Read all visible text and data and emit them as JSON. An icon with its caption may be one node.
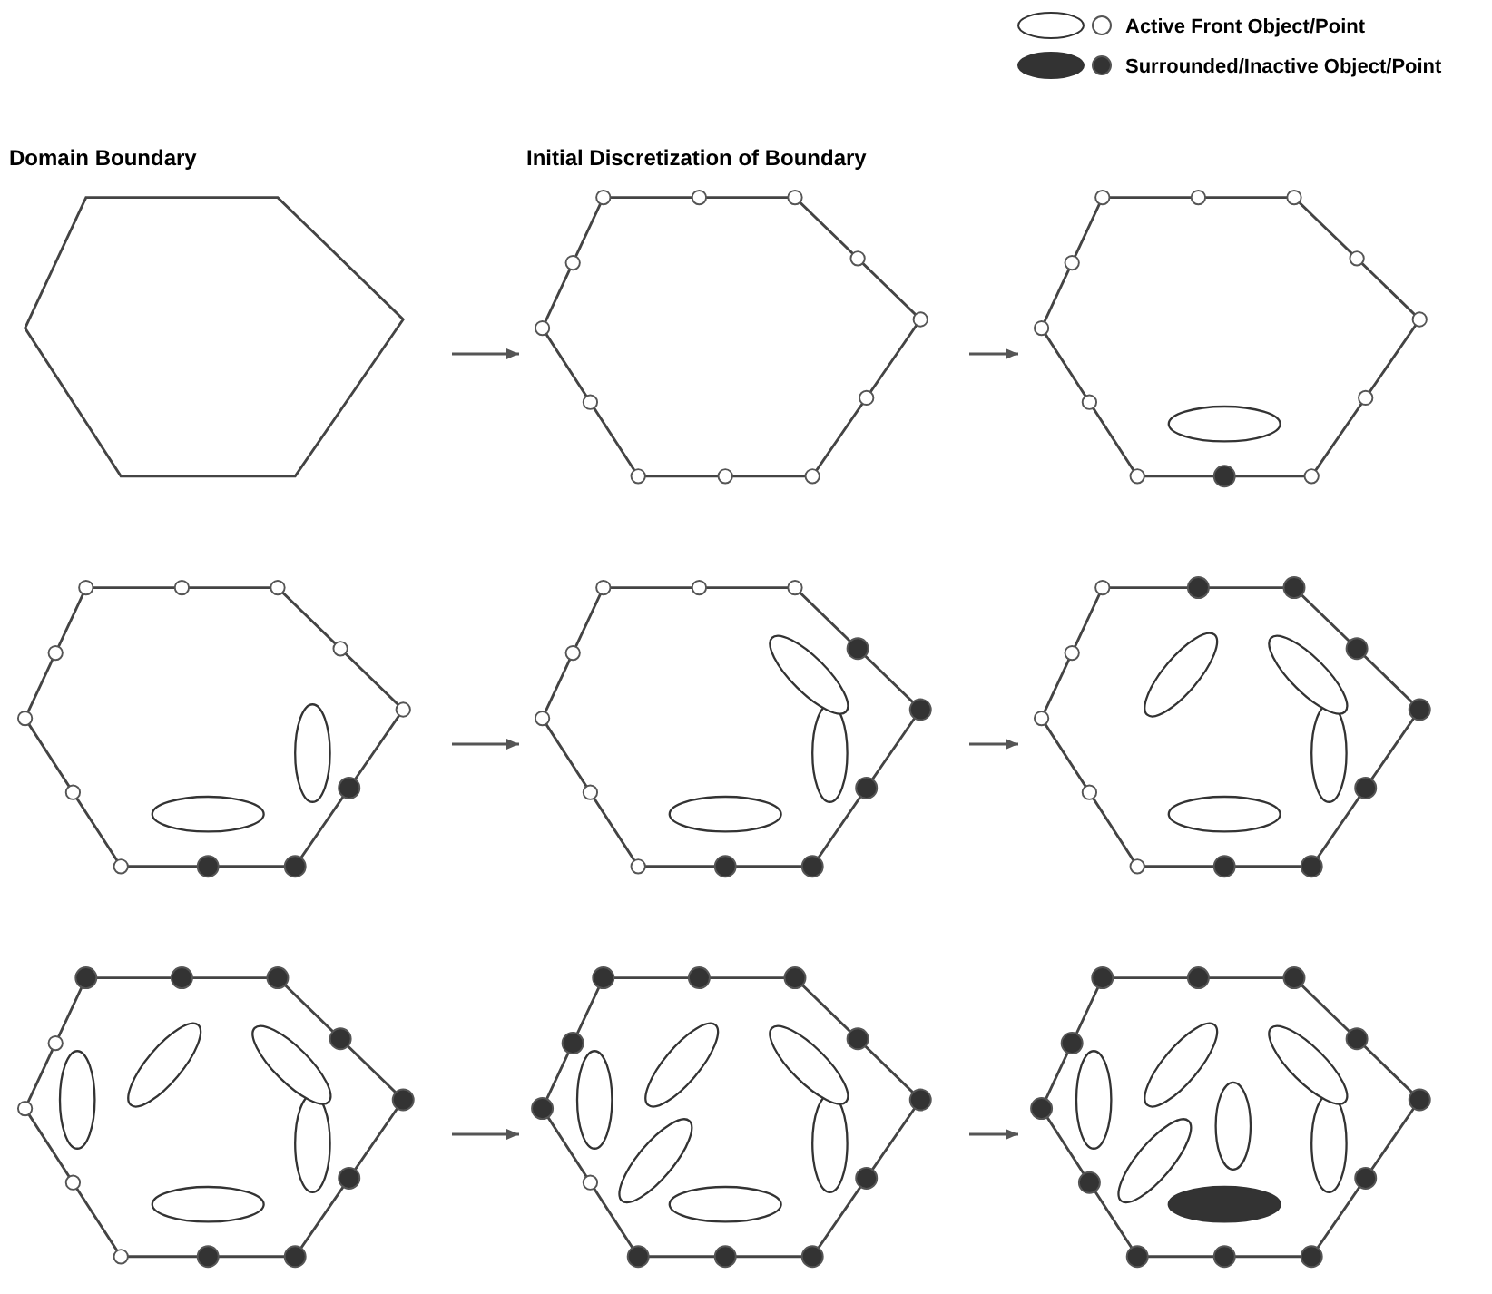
{
  "diagram": {
    "nodes": [
      {
        "text": [
          "Domain Boundary"
        ]
      },
      {
        "text": [
          "Initial Discretization of Boundary"
        ]
      },
      {
        "text": [],
        "shape": "hexagon"
      },
      {
        "text": [],
        "shape": "hexagon"
      },
      {
        "text": [],
        "shape": "hexagon"
      },
      {
        "text": [],
        "shape": "hexagon"
      },
      {
        "text": [],
        "shape": "hexagon"
      },
      {
        "text": [],
        "shape": "hexagon"
      },
      {
        "text": [],
        "shape": "hexagon"
      }
    ],
    "edges": [
      {
        "from": 0,
        "to": 1,
        "arrow": "to"
      },
      {
        "from": 1,
        "to": 2,
        "arrow": "to"
      },
      {
        "from": 3,
        "to": 4,
        "arrow": "to"
      },
      {
        "from": 4,
        "to": 5,
        "arrow": "to"
      },
      {
        "from": 6,
        "to": 7,
        "arrow": "to"
      },
      {
        "from": 7,
        "to": 8,
        "arrow": "to"
      }
    ],
    "legend": [
      {
        "text": "Active Front Object/Point"
      },
      {
        "text": "Surrounded/Inactive Object/Point"
      }
    ]
  }
}
